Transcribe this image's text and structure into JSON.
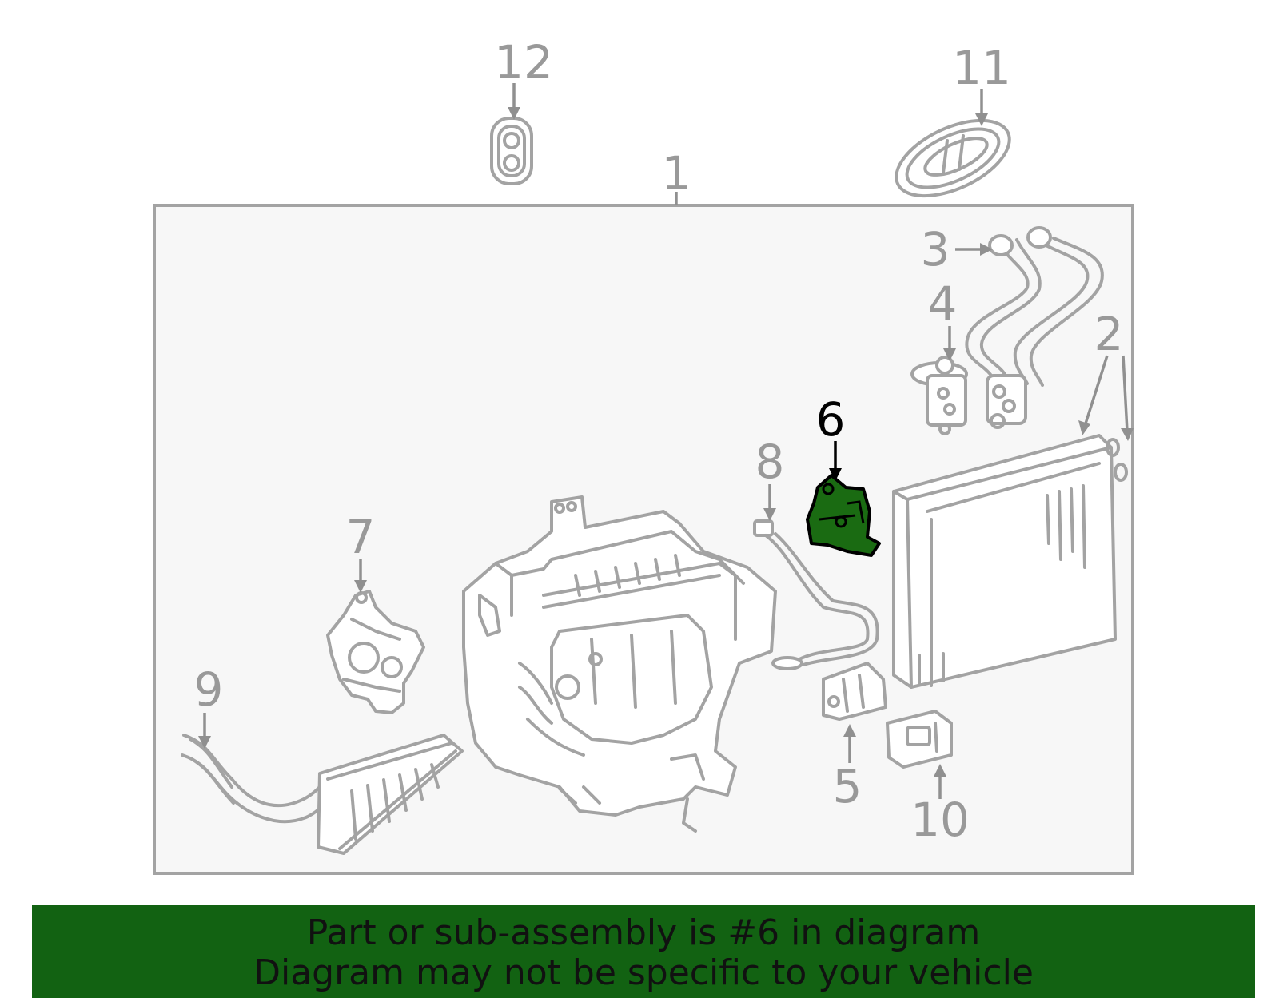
{
  "colors": {
    "highlight": "#1a6b12",
    "banner": "#126212",
    "line": "#a3a3a3",
    "panel": "#f7f7f7"
  },
  "callouts": {
    "c1": "1",
    "c2": "2",
    "c3": "3",
    "c4": "4",
    "c5": "5",
    "c6": "6",
    "c7": "7",
    "c8": "8",
    "c9": "9",
    "c10": "10",
    "c11": "11",
    "c12": "12"
  },
  "highlighted_part": "6",
  "banner": {
    "line1": "Part or sub-assembly is #6 in diagram",
    "line2": "Diagram may not be specific to your vehicle"
  }
}
